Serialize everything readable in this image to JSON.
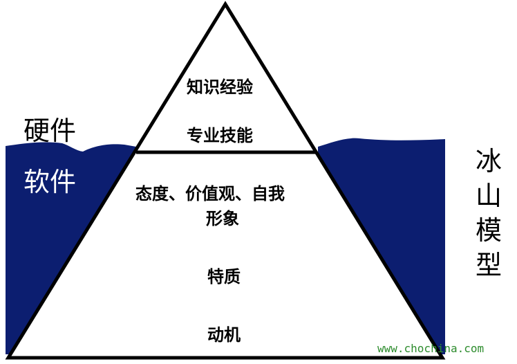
{
  "labels": {
    "hardware": "硬件",
    "software": "软件"
  },
  "title_vertical": [
    "冰",
    "山",
    "模",
    "型"
  ],
  "tip": {
    "items": [
      "知识经验",
      "专业技能"
    ]
  },
  "base": {
    "attitude": "态度、价值观、自我",
    "attitude_cont": "形象",
    "traits": "特质",
    "motivation": "动机"
  },
  "watermark": "www.chochina.com",
  "colors": {
    "water": "#0c1e70",
    "outline": "#000000",
    "background": "#ffffff",
    "watermark": "#2d8c2d"
  }
}
